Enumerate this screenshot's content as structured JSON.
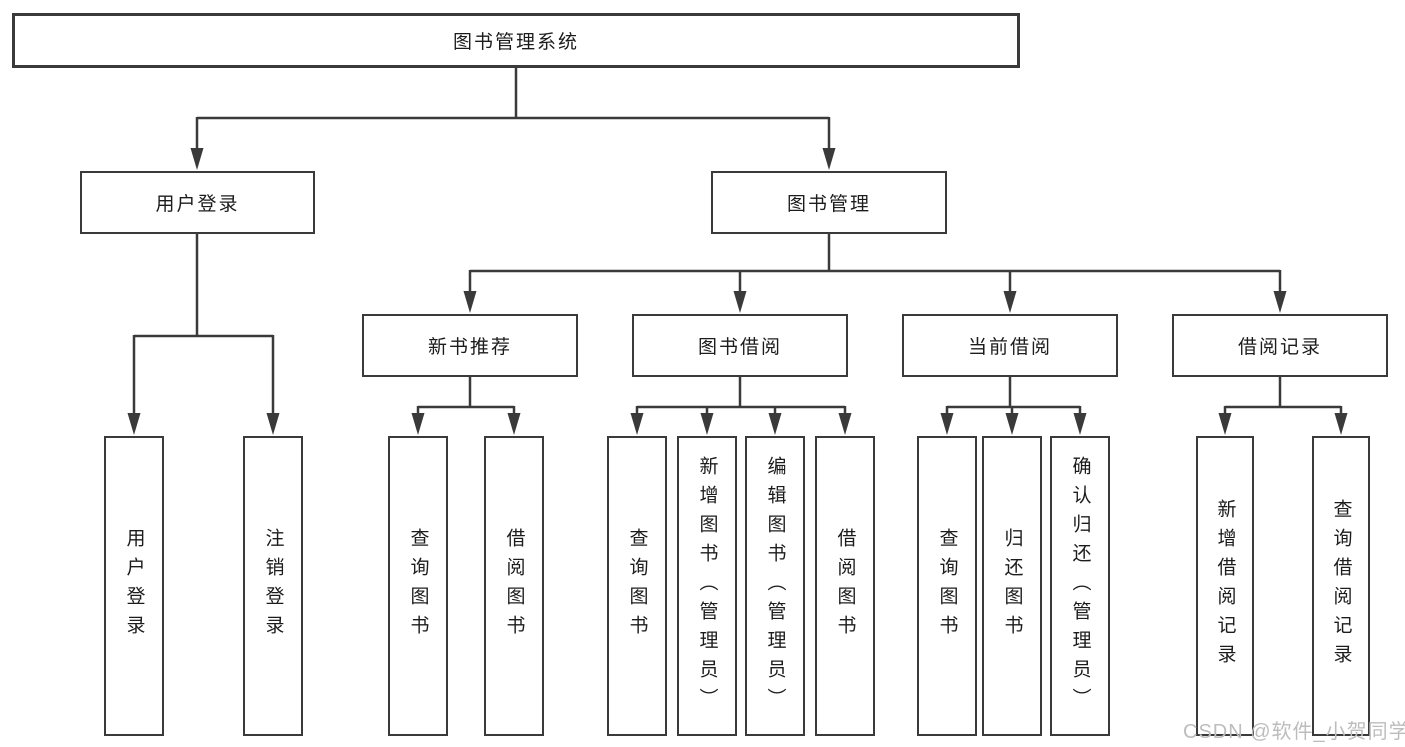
{
  "diagram_type": "hierarchy-tree",
  "colors": {
    "line": "#3a3a3a",
    "box_border": "#3a3a3a",
    "box_fill": "#ffffff",
    "text": "#1c1c1c",
    "watermark": "#bdbdbd",
    "background": "#ffffff"
  },
  "tree": {
    "root": {
      "label": "图书管理系统",
      "children": [
        {
          "label": "用户登录",
          "children": [
            {
              "label": "用户登录"
            },
            {
              "label": "注销登录"
            }
          ]
        },
        {
          "label": "图书管理",
          "children": [
            {
              "label": "新书推荐",
              "children": [
                {
                  "label": "查询图书"
                },
                {
                  "label": "借阅图书"
                }
              ]
            },
            {
              "label": "图书借阅",
              "children": [
                {
                  "label": "查询图书"
                },
                {
                  "label": "新增图书（管理员）"
                },
                {
                  "label": "编辑图书（管理员）"
                },
                {
                  "label": "借阅图书"
                }
              ]
            },
            {
              "label": "当前借阅",
              "children": [
                {
                  "label": "查询图书"
                },
                {
                  "label": "归还图书"
                },
                {
                  "label": "确认归还（管理员）"
                }
              ]
            },
            {
              "label": "借阅记录",
              "children": [
                {
                  "label": "新增借阅记录"
                },
                {
                  "label": "查询借阅记录"
                }
              ]
            }
          ]
        }
      ]
    }
  },
  "watermark": {
    "text": "CSDN @软件_小贺同学"
  }
}
